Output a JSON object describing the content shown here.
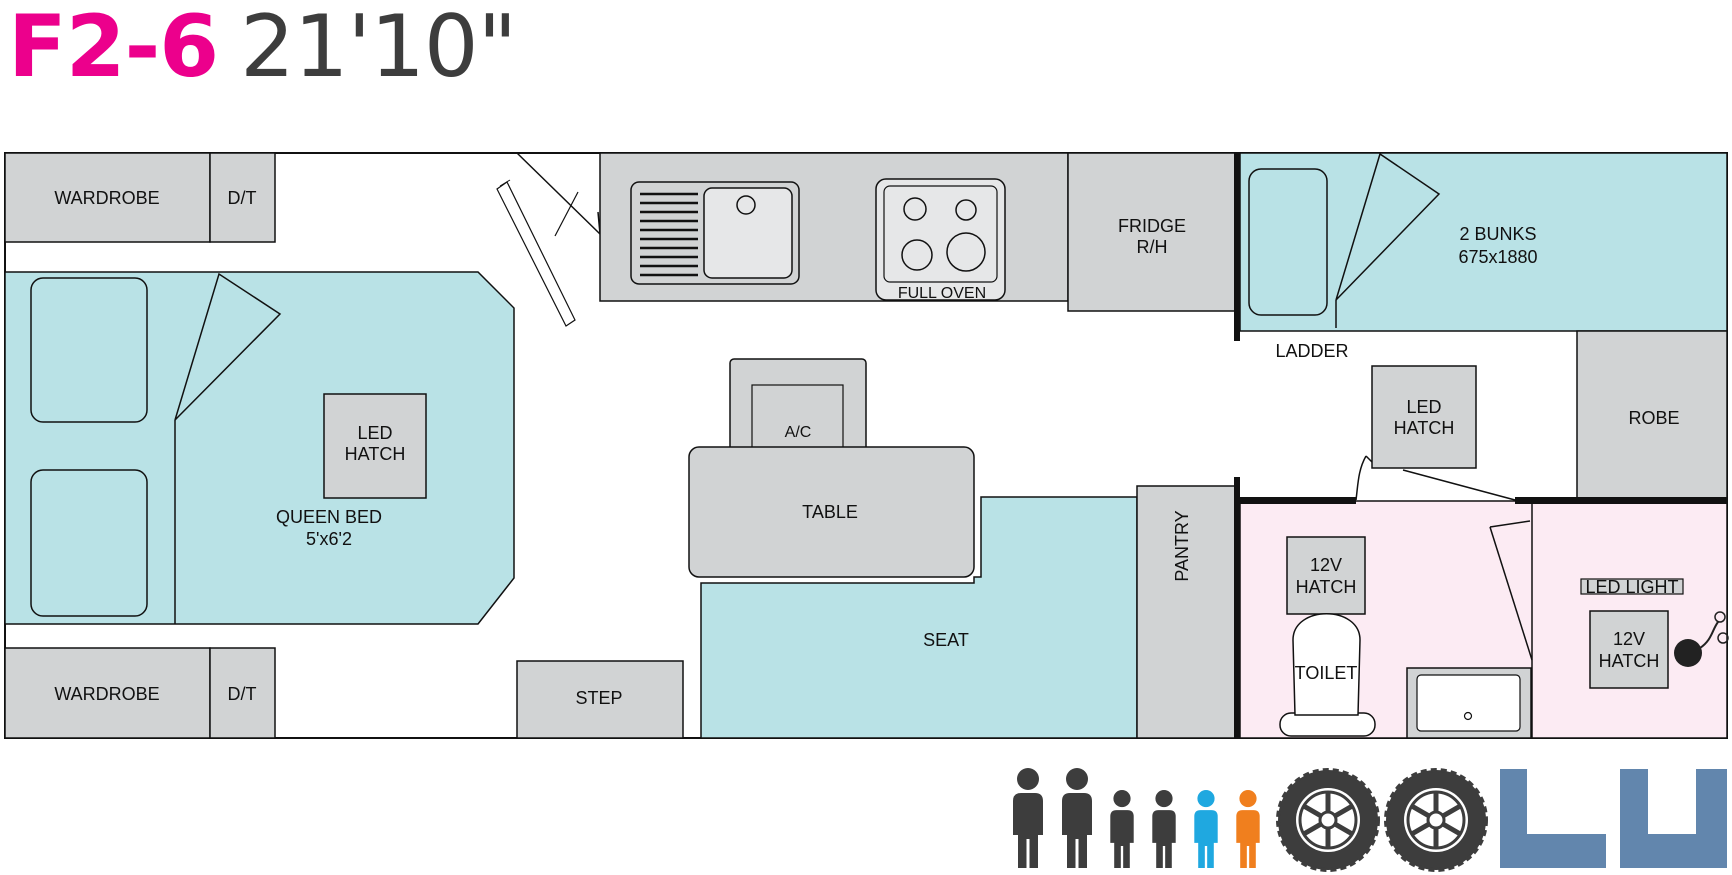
{
  "header": {
    "model": "F2-6",
    "length": "21'10\""
  },
  "labels": {
    "wardrobe_top": "WARDROBE",
    "dt_top": "D/T",
    "wardrobe_bottom": "WARDROBE",
    "dt_bottom": "D/T",
    "led_hatch_bed": [
      "LED",
      "HATCH"
    ],
    "queen_bed": [
      "QUEEN BED",
      "5'x6'2"
    ],
    "full_oven": "FULL OVEN",
    "fridge": [
      "FRIDGE",
      "R/H"
    ],
    "bunks": [
      "2 BUNKS",
      "675x1880"
    ],
    "ladder": "LADDER",
    "led_hatch_mid": [
      "LED",
      "HATCH"
    ],
    "robe": "ROBE",
    "ac": "A/C",
    "table": "TABLE",
    "seat": "SEAT",
    "step": "STEP",
    "pantry": "PANTRY",
    "hatch_12v_toilet": [
      "12V",
      "HATCH"
    ],
    "toilet": "TOILET",
    "led_light": "LED LIGHT",
    "hatch_12v_shower": [
      "12V",
      "HATCH"
    ]
  },
  "icons": {
    "sleeping_capacity": [
      "adult-icon",
      "adult-icon",
      "child-icon",
      "child-icon",
      "child-icon",
      "child-icon"
    ],
    "person_colors": [
      "#3d3d3d",
      "#3d3d3d",
      "#3d3d3d",
      "#3d3d3d",
      "#1fa8e0",
      "#f07f1e"
    ],
    "axles": [
      "tyre-icon",
      "tyre-icon"
    ],
    "layout_icon": "floorplan-layout-icon"
  },
  "colors": {
    "accent": "#ec008c",
    "bed_fill": "#b9e2e6",
    "ensuite_fill": "#fcebf3",
    "cabinet_fill": "#d1d3d4",
    "layout_icon": "#6286ad"
  }
}
